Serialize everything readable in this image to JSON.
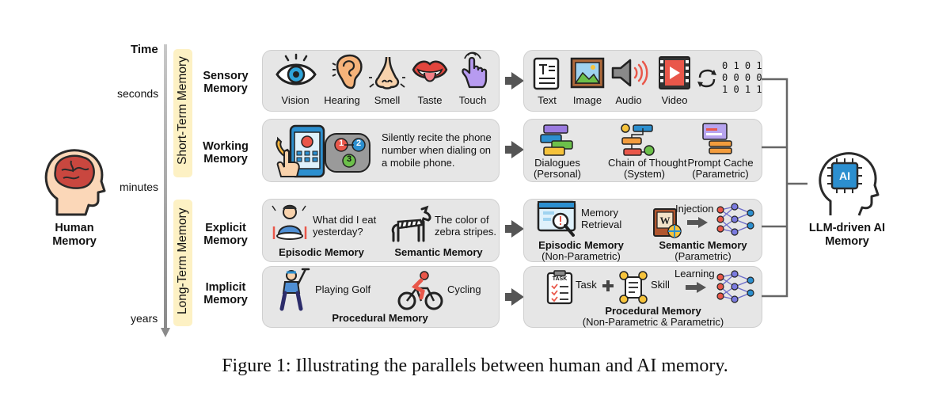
{
  "time_axis": {
    "title": "Time",
    "labels": [
      "seconds",
      "minutes",
      "years"
    ]
  },
  "sections": {
    "short_term": "Short-Term Memory",
    "long_term": "Long-Term Memory"
  },
  "human": {
    "label_line1": "Human",
    "label_line2": "Memory"
  },
  "ai": {
    "label_line1": "LLM-driven AI",
    "label_line2": "Memory"
  },
  "rows": {
    "sensory": {
      "title_line1": "Sensory",
      "title_line2": "Memory",
      "human_items": [
        "Vision",
        "Hearing",
        "Smell",
        "Taste",
        "Touch"
      ],
      "ai_items": [
        "Text",
        "Image",
        "Audio",
        "Video"
      ],
      "binary_lines": [
        "0 1 0 1",
        "0 0 0 0",
        "1 0 1 1"
      ]
    },
    "working": {
      "title_line1": "Working",
      "title_line2": "Memory",
      "human_text_lines": [
        "Silently recite the phone",
        "number when dialing on",
        "a mobile phone."
      ],
      "phone_steps": [
        "1",
        "2",
        "3"
      ],
      "ai_items": [
        {
          "line1": "Dialogues",
          "line2": "(Personal)"
        },
        {
          "line1": "Chain of Thought",
          "line2": "(System)"
        },
        {
          "line1": "Prompt Cache",
          "line2": "(Parametric)"
        }
      ]
    },
    "explicit": {
      "title_line1": "Explicit",
      "title_line2": "Memory",
      "episodic_text_lines": [
        "What did I eat",
        "yesterday?"
      ],
      "semantic_text_lines": [
        "The color of",
        "zebra stripes."
      ],
      "episodic_label": "Episodic Memory",
      "semantic_label": "Semantic Memory",
      "ai_retrieval_lines": [
        "Memory",
        "Retrieval"
      ],
      "ai_injection": "Injection",
      "ai_episodic_line1": "Episodic Memory",
      "ai_episodic_line2": "(Non-Parametric)",
      "ai_semantic_line1": "Semantic Memory",
      "ai_semantic_line2": "(Parametric)"
    },
    "implicit": {
      "title_line1": "Implicit",
      "title_line2": "Memory",
      "golf": "Playing Golf",
      "cycling": "Cycling",
      "procedural_label": "Procedural Memory",
      "ai_task": "Task",
      "ai_skill": "Skill",
      "ai_learning": "Learning",
      "ai_task_icon_text": "TASK",
      "ai_procedural_line1": "Procedural Memory",
      "ai_procedural_line2": "(Non-Parametric & Parametric)"
    }
  },
  "caption": "Figure 1: Illustrating the parallels between human and AI memory."
}
